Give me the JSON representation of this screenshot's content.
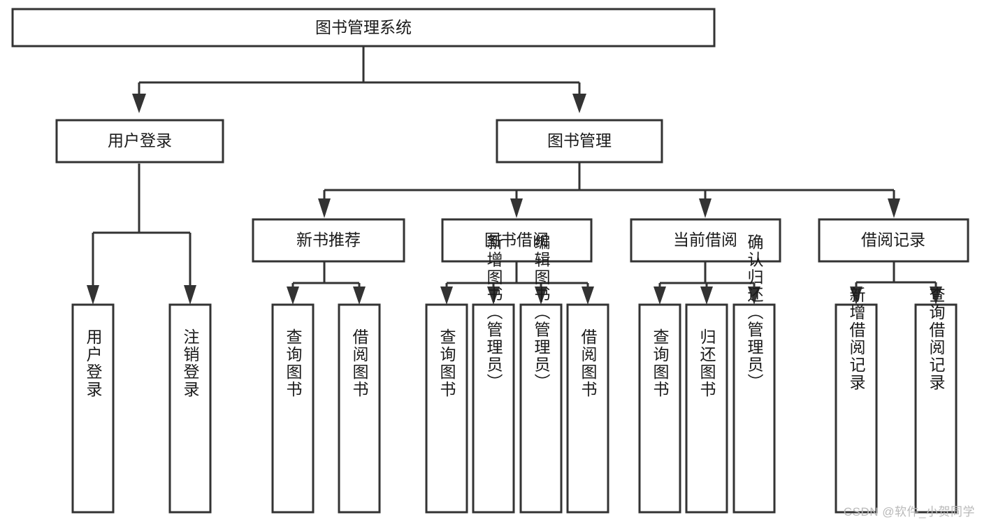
{
  "diagram": {
    "type": "tree-hierarchy-chart",
    "title": "图书管理系统",
    "watermark": "CSDN @软件_小贺同学",
    "colors": {
      "stroke": "#333333",
      "fill": "#ffffff",
      "text": "#1a1a1a",
      "watermark": "#b9b9b9",
      "background": "#ffffff"
    },
    "nodes": {
      "root": {
        "label": "图书管理系统",
        "level": 1,
        "orientation": "horizontal"
      },
      "level2": [
        {
          "id": "user-login",
          "label": "用户登录"
        },
        {
          "id": "book-management",
          "label": "图书管理"
        }
      ],
      "level3": [
        {
          "id": "new-book-recommend",
          "label": "新书推荐"
        },
        {
          "id": "book-borrow",
          "label": "图书借阅"
        },
        {
          "id": "current-borrow",
          "label": "当前借阅"
        },
        {
          "id": "borrow-record",
          "label": "借阅记录"
        }
      ],
      "leaves": {
        "user-login": [
          {
            "id": "leaf-user-login",
            "label": "用户登录"
          },
          {
            "id": "leaf-logout-login",
            "label": "注销登录"
          }
        ],
        "new-book-recommend": [
          {
            "id": "leaf-query-book-1",
            "label": "查询图书"
          },
          {
            "id": "leaf-borrow-book-1",
            "label": "借阅图书"
          }
        ],
        "book-borrow": [
          {
            "id": "leaf-query-book-2",
            "label": "查询图书"
          },
          {
            "id": "leaf-add-book",
            "label": "新增图书（管理员）"
          },
          {
            "id": "leaf-edit-book",
            "label": "编辑图书（管理员）"
          },
          {
            "id": "leaf-borrow-book-2",
            "label": "借阅图书"
          }
        ],
        "current-borrow": [
          {
            "id": "leaf-query-book-3",
            "label": "查询图书"
          },
          {
            "id": "leaf-return-book",
            "label": "归还图书"
          },
          {
            "id": "leaf-confirm-return",
            "label": "确认归还（管理员）"
          }
        ],
        "borrow-record": [
          {
            "id": "leaf-add-record",
            "label": "新增借阅记录"
          },
          {
            "id": "leaf-query-record",
            "label": "查询借阅记录"
          }
        ]
      }
    },
    "edges": [
      {
        "from": "root",
        "to": "user-login"
      },
      {
        "from": "root",
        "to": "book-management"
      },
      {
        "from": "book-management",
        "to": "new-book-recommend"
      },
      {
        "from": "book-management",
        "to": "book-borrow"
      },
      {
        "from": "book-management",
        "to": "current-borrow"
      },
      {
        "from": "book-management",
        "to": "borrow-record"
      },
      {
        "from": "user-login",
        "to": "leaf-user-login"
      },
      {
        "from": "user-login",
        "to": "leaf-logout-login"
      },
      {
        "from": "new-book-recommend",
        "to": "leaf-query-book-1"
      },
      {
        "from": "new-book-recommend",
        "to": "leaf-borrow-book-1"
      },
      {
        "from": "book-borrow",
        "to": "leaf-query-book-2"
      },
      {
        "from": "book-borrow",
        "to": "leaf-add-book"
      },
      {
        "from": "book-borrow",
        "to": "leaf-edit-book"
      },
      {
        "from": "book-borrow",
        "to": "leaf-borrow-book-2"
      },
      {
        "from": "current-borrow",
        "to": "leaf-query-book-3"
      },
      {
        "from": "current-borrow",
        "to": "leaf-return-book"
      },
      {
        "from": "current-borrow",
        "to": "leaf-confirm-return"
      },
      {
        "from": "borrow-record",
        "to": "leaf-add-record"
      },
      {
        "from": "borrow-record",
        "to": "leaf-query-record"
      }
    ]
  }
}
